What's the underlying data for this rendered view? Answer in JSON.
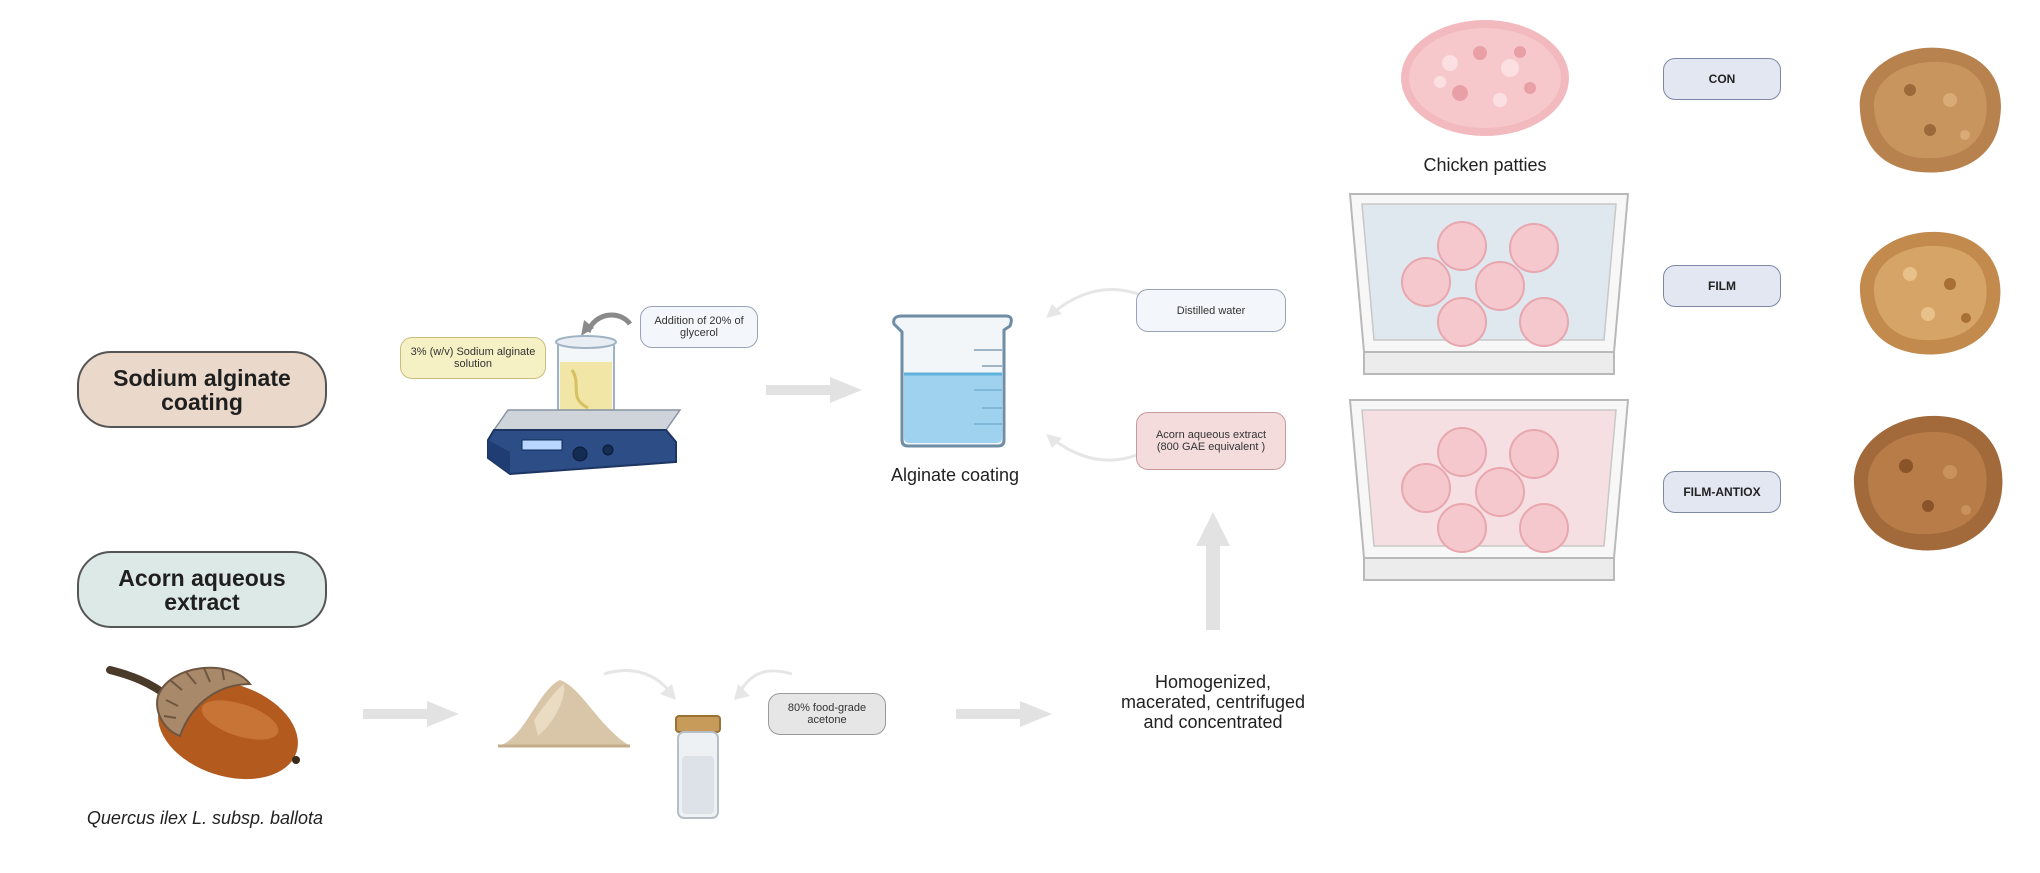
{
  "labels": {
    "sodium_alginate": "Sodium alginate coating",
    "acorn_extract": "Acorn aqueous extract",
    "alginate_solution": "3% (w/v) Sodium alginate solution",
    "glycerol": "Addition of 20% of glycerol",
    "alginate_coating": "Alginate coating",
    "distilled_water": "Distilled water",
    "acorn_aqueous_extract_small": "Acorn aqueous extract (800 GAE equivalent )",
    "acetone": "80% food-grade acetone",
    "homogenized": "Homogenized, macerated, centrifuged and concentrated",
    "chicken_patties": "Chicken patties",
    "species": "Quercus ilex L. subsp. ballota"
  },
  "groups": [
    {
      "label": "CON"
    },
    {
      "label": "FILM"
    },
    {
      "label": "FILM-ANTIOX"
    }
  ],
  "colors": {
    "sodium_pill_bg": "#ead8ca",
    "acorn_pill_bg": "#dde9e6",
    "alginate_solution_bg": "#f6f1c4",
    "acorn_extract_small_bg": "#f4dcdc",
    "acetone_bg": "#e6e6e6",
    "arrow": "#e2e2e2",
    "group_bg": "#e3e7f2"
  },
  "icons": [
    "hot-plate-icon",
    "beaker-icon",
    "acorn-icon",
    "powder-pile-icon",
    "vial-icon",
    "raw-patty-icon",
    "tray-icon",
    "cooked-patty-icon"
  ]
}
